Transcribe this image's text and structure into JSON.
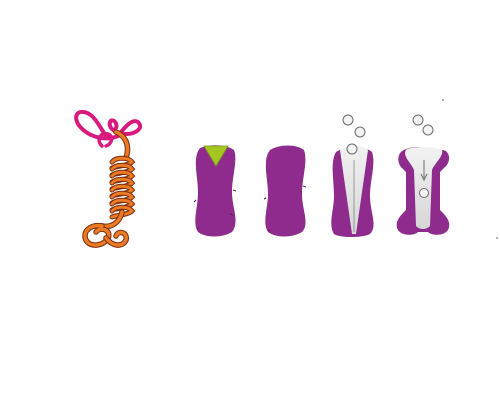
{
  "figure": {
    "background": "#ffffff",
    "panels": [
      {
        "kind": "coiled-peptide",
        "helix_color": "#ea7a24",
        "loop_color": "#d81a7e",
        "outline_color": "#7a2d10"
      },
      {
        "kind": "channel-with-cap",
        "body_color": "#8e2b8c",
        "cap_color": "#a4c620"
      },
      {
        "kind": "channel-closed",
        "body_color": "#8e2b8c"
      },
      {
        "kind": "channel-narrow-pore",
        "body_color": "#8e2b8c",
        "pore_color": "#e3e3e3",
        "particles": 3
      },
      {
        "kind": "channel-open-pore",
        "body_color": "#8e2b8c",
        "pore_color": "#e3e3e3",
        "particles": 3
      }
    ],
    "particle_fill": "#f3f3f3",
    "particle_stroke": "#6a6a6a"
  }
}
